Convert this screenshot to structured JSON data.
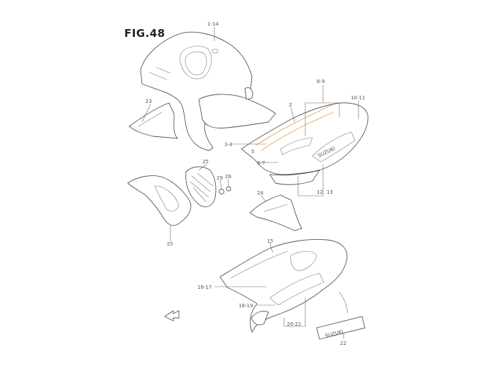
{
  "figure": {
    "title": "FIG.48"
  },
  "callouts": [
    {
      "id": "c1",
      "text": "1-14"
    },
    {
      "id": "c2",
      "text": "23"
    },
    {
      "id": "c3",
      "text": "8-9"
    },
    {
      "id": "c4",
      "text": "10-11"
    },
    {
      "id": "c5",
      "text": "2"
    },
    {
      "id": "c6",
      "text": "3-4"
    },
    {
      "id": "c7",
      "text": "5"
    },
    {
      "id": "c8",
      "text": "6-7"
    },
    {
      "id": "c9",
      "text": "12"
    },
    {
      "id": "c10",
      "text": "13"
    },
    {
      "id": "c11",
      "text": "25"
    },
    {
      "id": "c12",
      "text": "29"
    },
    {
      "id": "c13",
      "text": "26"
    },
    {
      "id": "c14",
      "text": "24"
    },
    {
      "id": "c15",
      "text": "15"
    },
    {
      "id": "c16",
      "text": "16-17"
    },
    {
      "id": "c17",
      "text": "18-19"
    },
    {
      "id": "c18",
      "text": "20-21"
    },
    {
      "id": "c19",
      "text": "22"
    },
    {
      "id": "c20",
      "text": "25"
    }
  ],
  "decals": {
    "brand_text": "SUZUKI"
  },
  "colors": {
    "line": "#555555",
    "highlight": "#e8a060",
    "background": "#ffffff"
  }
}
